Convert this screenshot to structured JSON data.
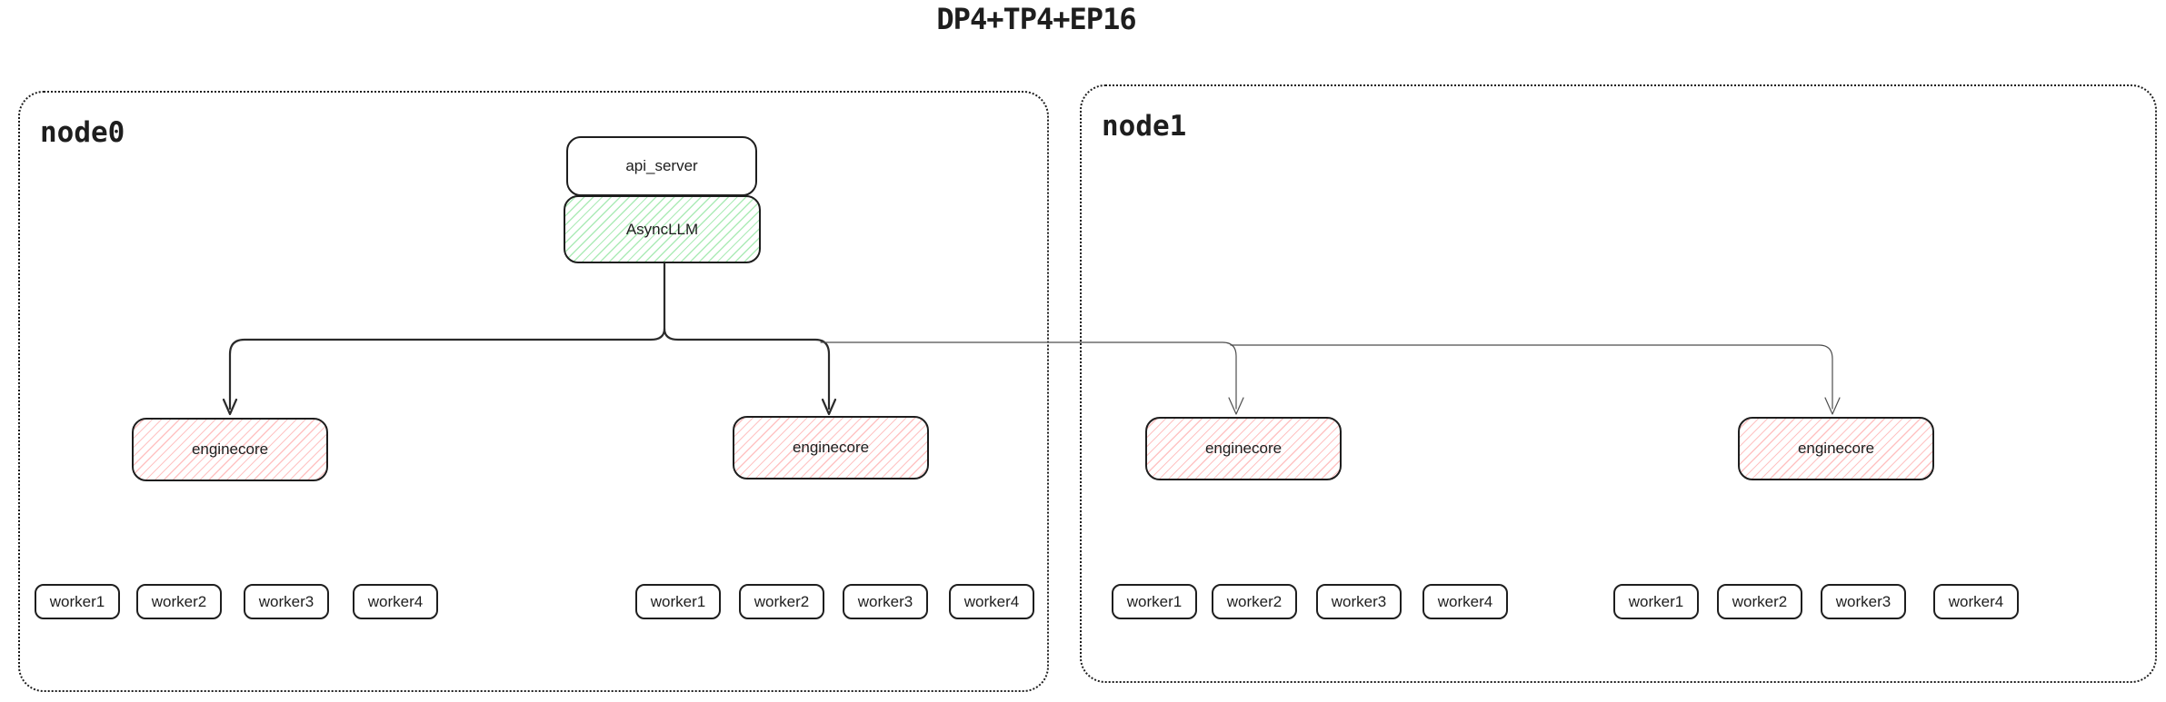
{
  "title": "DP4+TP4+EP16",
  "nodes": [
    {
      "label": "node0"
    },
    {
      "label": "node1"
    }
  ],
  "boxes": {
    "api_server": "api_server",
    "async_llm": "AsyncLLM",
    "enginecore": "enginecore"
  },
  "workers": [
    "worker1",
    "worker2",
    "worker3",
    "worker4"
  ],
  "colors": {
    "ink": "#1e1e1e",
    "edge_main": "#2b2b2b",
    "edge_thin": "#4d4d4d",
    "green_hatch": "#69db7c",
    "red_hatch": "#ff8787",
    "background": "#ffffff"
  }
}
